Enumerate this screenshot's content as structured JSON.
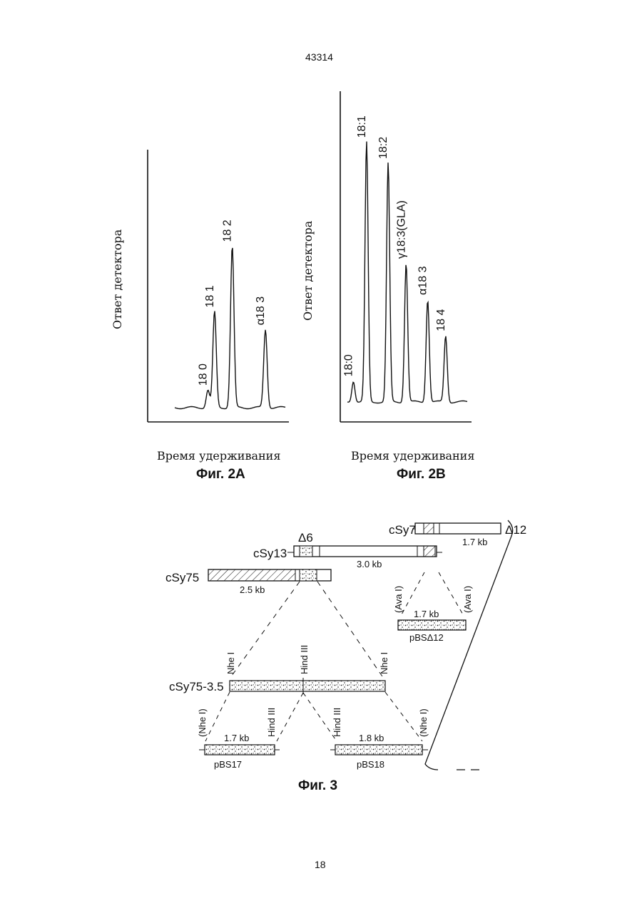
{
  "header": {
    "patent_number": "43314"
  },
  "footer": {
    "page_number": "18"
  },
  "figure_2a": {
    "caption": "Фиг. 2А",
    "ylabel": "Ответ детектора",
    "xlabel": "Время удерживания",
    "peaks": [
      {
        "label": "18 0",
        "height": 0.07,
        "position": 0.3
      },
      {
        "label": "18 1",
        "height": 0.38,
        "position": 0.36
      },
      {
        "label": "18 2",
        "height": 0.64,
        "position": 0.52
      },
      {
        "label": "α18 3",
        "height": 0.31,
        "position": 0.82
      }
    ]
  },
  "figure_2b": {
    "caption": "Фиг. 2В",
    "ylabel": "Ответ детектора",
    "xlabel": "Время удерживания",
    "peaks": [
      {
        "label": "18:0",
        "height": 0.07,
        "position": 0.05
      },
      {
        "label": "18:1",
        "height": 0.86,
        "position": 0.16
      },
      {
        "label": "18:2",
        "height": 0.79,
        "position": 0.34
      },
      {
        "label": "γ18:3(GLA)",
        "height": 0.46,
        "position": 0.49
      },
      {
        "label": "α18 3",
        "height": 0.34,
        "position": 0.67
      },
      {
        "label": "18 4",
        "height": 0.22,
        "position": 0.82
      }
    ]
  },
  "figure_3": {
    "caption": "Фиг. 3",
    "clones": {
      "csy7": "cSy7",
      "csy13": "cSy13",
      "csy75": "cSy75",
      "csy75_35": "cSy75-3.5",
      "pbs17": "pBS17",
      "pbs18": "pBS18",
      "pbs_delta12": "pBSΔ12"
    },
    "sizes": {
      "csy7": "1.7 kb",
      "csy13": "3.0 kb",
      "csy75": "2.5 kb",
      "pbs17": "1.7 kb",
      "pbs18": "1.8 kb",
      "pbs_delta12": "1.7 kb"
    },
    "markers": {
      "delta6": "Δ6",
      "delta12": "Δ12"
    },
    "sites": {
      "nhe1": "Nhe I",
      "hind3": "Hind III",
      "nhe1_paren": "(Nhe I)",
      "ava1_paren": "(Ava I)"
    }
  }
}
